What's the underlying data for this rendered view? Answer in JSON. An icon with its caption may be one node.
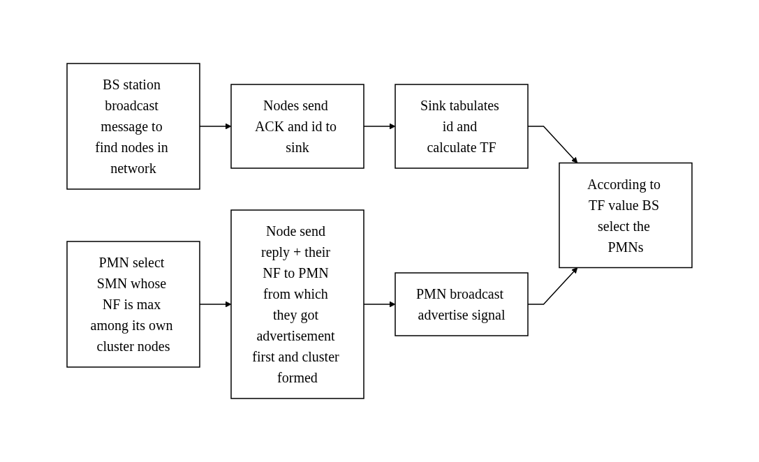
{
  "diagram": {
    "nodes": [
      {
        "text": [
          "BS station broadcast message to find nodes in network"
        ]
      },
      {
        "text": [
          "Nodes send ACK and id to sink"
        ]
      },
      {
        "text": [
          "Sink tabulates id and calculate TF"
        ]
      },
      {
        "text": [
          "According to TF value BS select the PMNs"
        ]
      },
      {
        "text": [
          "PMN select SMN whose NF is max among its own cluster nodes"
        ]
      },
      {
        "text": [
          "Node send reply + their NF to PMN from which they got advertisement first and cluster formed"
        ]
      },
      {
        "text": [
          "PMN broadcast advertise signal"
        ]
      }
    ],
    "edges": [
      {
        "from": 0,
        "to": 1,
        "arrow": "to"
      },
      {
        "from": 1,
        "to": 2,
        "arrow": "to"
      },
      {
        "from": 2,
        "to": 3,
        "arrow": "to"
      },
      {
        "from": 4,
        "to": 5,
        "arrow": "to"
      },
      {
        "from": 5,
        "to": 6,
        "arrow": "to"
      },
      {
        "from": 6,
        "to": 3,
        "arrow": "to"
      }
    ]
  }
}
